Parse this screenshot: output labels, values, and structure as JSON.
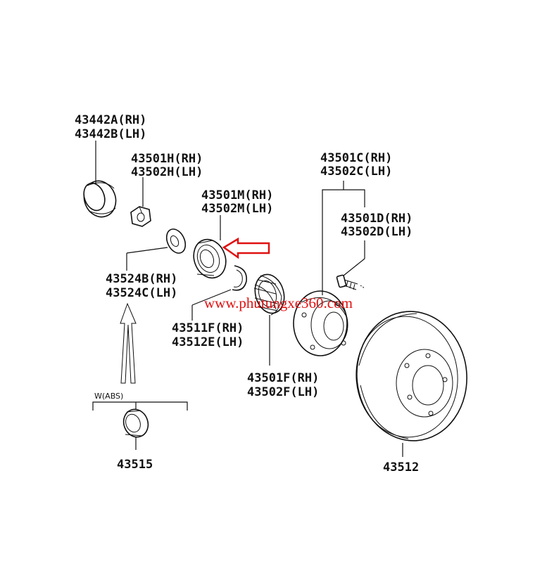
{
  "labels": {
    "p43442": [
      "43442A(RH)",
      "43442B(LH)"
    ],
    "p43501h": [
      "43501H(RH)",
      "43502H(LH)"
    ],
    "p43501m": [
      "43501M(RH)",
      "43502M(LH)"
    ],
    "p43501c": [
      "43501C(RH)",
      "43502C(LH)"
    ],
    "p43501d": [
      "43501D(RH)",
      "43502D(LH)"
    ],
    "p43524": [
      "43524B(RH)",
      "43524C(LH)"
    ],
    "p43511": [
      "43511F(RH)",
      "43512E(LH)"
    ],
    "p43501f": [
      "43501F(RH)",
      "43502F(LH)"
    ],
    "p43515": "43515",
    "p43512": "43512",
    "abs_group": "W(ABS)"
  },
  "watermark": "www.phutungxe360.com",
  "colors": {
    "line": "#111111",
    "highlight_arrow": "#e01010",
    "watermark": "#e01010"
  }
}
